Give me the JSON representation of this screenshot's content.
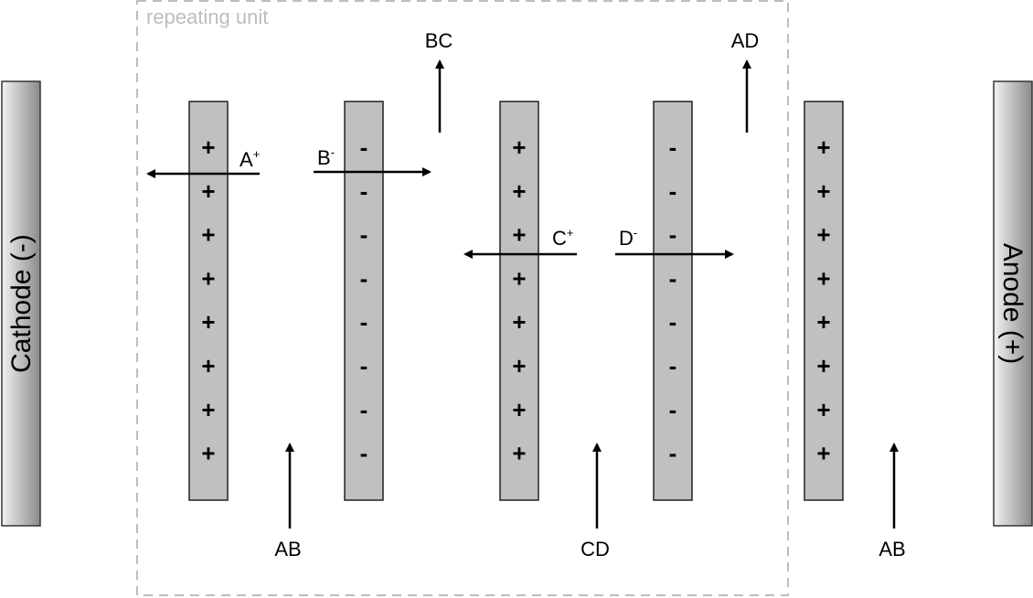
{
  "repeating_unit_label": "repeating unit",
  "cathode": {
    "label": "Cathode (-)"
  },
  "anode": {
    "label": "Anode (+)"
  },
  "membranes": [
    {
      "type": "cation",
      "sign": "+",
      "count": 8
    },
    {
      "type": "anion",
      "sign": "-",
      "count": 8
    },
    {
      "type": "cation",
      "sign": "+",
      "count": 8
    },
    {
      "type": "anion",
      "sign": "-",
      "count": 8
    },
    {
      "type": "cation",
      "sign": "+",
      "count": 8
    }
  ],
  "ions": {
    "a": {
      "base": "A",
      "charge": "+"
    },
    "b": {
      "base": "B",
      "charge": "-"
    },
    "c": {
      "base": "C",
      "charge": "+"
    },
    "d": {
      "base": "D",
      "charge": "-"
    }
  },
  "streams": {
    "bc": "BC",
    "ad": "AD",
    "ab_in_1": "AB",
    "cd_in": "CD",
    "ab_in_2": "AB"
  },
  "colors": {
    "membrane": "#c0c0c0",
    "dash": "#bdbdbd"
  }
}
